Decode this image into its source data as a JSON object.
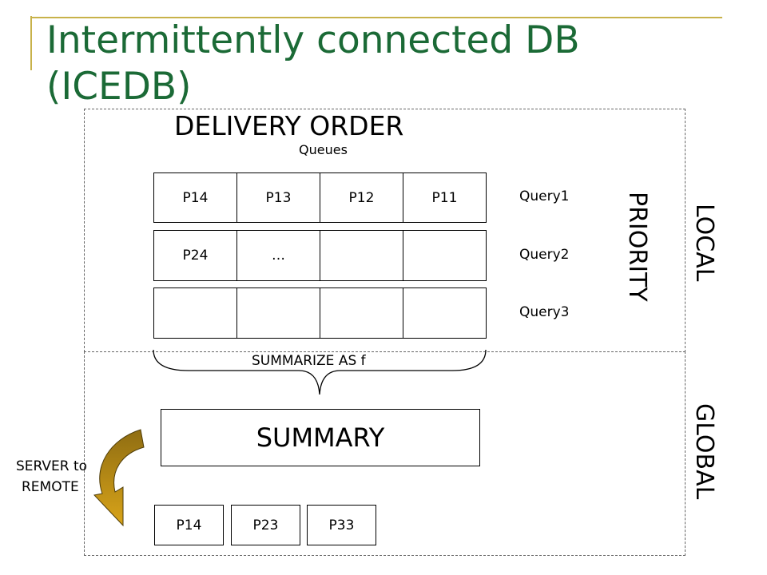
{
  "colors": {
    "title": "#1b6a36",
    "accent_bar": "#c8b24a",
    "arrow_top": "#8f6d12",
    "arrow_bottom": "#d9a419"
  },
  "title_lines": [
    "Intermittently connected DB",
    "(ICEDB)"
  ],
  "delivery_order": "DELIVERY ORDER",
  "queues_label": "Queues",
  "queues": [
    {
      "cells": [
        "P14",
        "P13",
        "P12",
        "P11"
      ],
      "query": "Query1"
    },
    {
      "cells": [
        "P24",
        "…",
        "",
        ""
      ],
      "query": "Query2"
    },
    {
      "cells": [
        "",
        "",
        "",
        ""
      ],
      "query": "Query3"
    }
  ],
  "priority_label": "PRIORITY",
  "local_label": "LOCAL",
  "global_label": "GLOBAL",
  "summarize_label": "SUMMARIZE AS f",
  "summary_label": "SUMMARY",
  "server_to_remote": [
    "SERVER to",
    "REMOTE"
  ],
  "bottom_cells": [
    "P14",
    "P23",
    "P33"
  ],
  "icons": [
    "curved-arrow-icon",
    "brace-icon"
  ]
}
